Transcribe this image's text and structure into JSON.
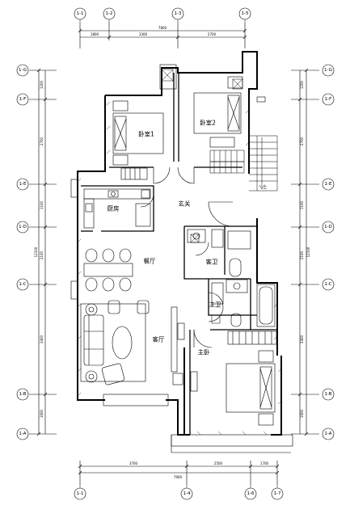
{
  "axes_top": [
    "1-1",
    "1-2",
    "1-3",
    "1-5"
  ],
  "axes_bottom": [
    "1-1",
    "1-4",
    "1-6",
    "1-7"
  ],
  "axes_left": [
    "1-G",
    "1-F",
    "1-E",
    "1-D",
    "1-C",
    "1-B",
    "1-A"
  ],
  "axes_right": [
    "1-G",
    "1-F",
    "1-E",
    "1-D",
    "1-C",
    "1-B",
    "1-A"
  ],
  "dims": {
    "top_seg1": "1800",
    "top_seg2": "3300",
    "top_seg3": "2700",
    "top_total": "7800",
    "bottom_seg1": "3700",
    "bottom_seg2": "2500",
    "bottom_seg3": "1700",
    "bottom_total": "7900",
    "left_seg1": "1200",
    "left_seg2": "2700",
    "left_seg3": "1100",
    "left_seg4": "2100",
    "left_seg5": "3400",
    "left_seg6": "1600",
    "left_total": "12100",
    "right_seg1": "1200",
    "right_seg2": "2700",
    "right_seg3": "1100",
    "right_seg4": "2100",
    "right_seg5": "3400",
    "right_seg6": "1600",
    "right_total": "12100"
  },
  "rooms": {
    "bedroom1": "卧室1",
    "bedroom2": "卧室2",
    "kitchen": "厨房",
    "foyer": "玄关",
    "dining": "餐厅",
    "guest_bath": "客卫",
    "master_bath": "主卫",
    "living": "客厅",
    "master_bed": "主卧"
  },
  "stair_label": "上"
}
